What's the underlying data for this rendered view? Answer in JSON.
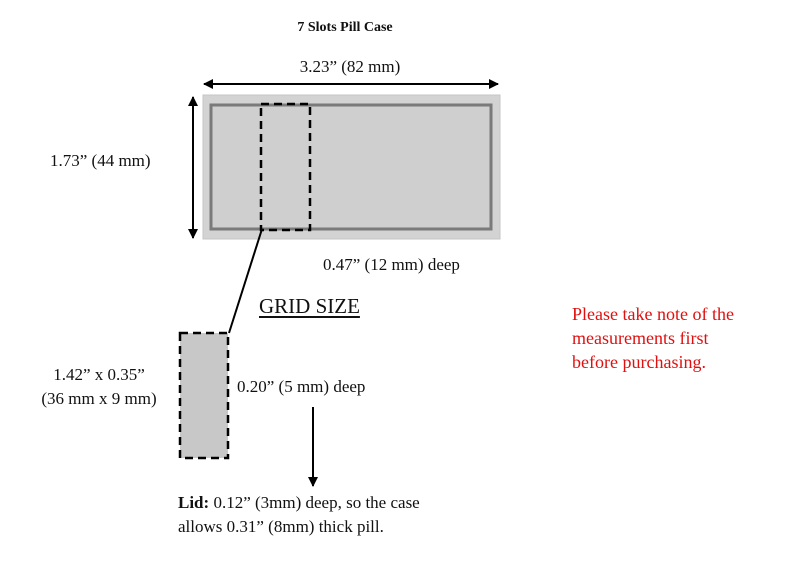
{
  "title": "7 Slots Pill Case",
  "case": {
    "width_label": "3.23” (82 mm)",
    "height_label": "1.73” (44 mm)",
    "depth_label": "0.47” (12 mm) deep"
  },
  "grid": {
    "heading": "GRID SIZE",
    "size_line1": "1.42” x 0.35”",
    "size_line2": "(36 mm x 9 mm)",
    "depth_label": "0.20” (5 mm) deep"
  },
  "lid": {
    "bold_label": "Lid:",
    "line1_rest": " 0.12” (3mm) deep, so the case",
    "line2": "allows 0.31” (8mm) thick pill."
  },
  "notice": {
    "line1": "Please take note of the",
    "line2": "measurements first",
    "line3": "before purchasing."
  },
  "colors": {
    "case_fill": "#d3d3d3",
    "case_inner_border": "#7a7a7a",
    "slot_fill": "#c8c8c8",
    "notice_text": "#e01010"
  }
}
